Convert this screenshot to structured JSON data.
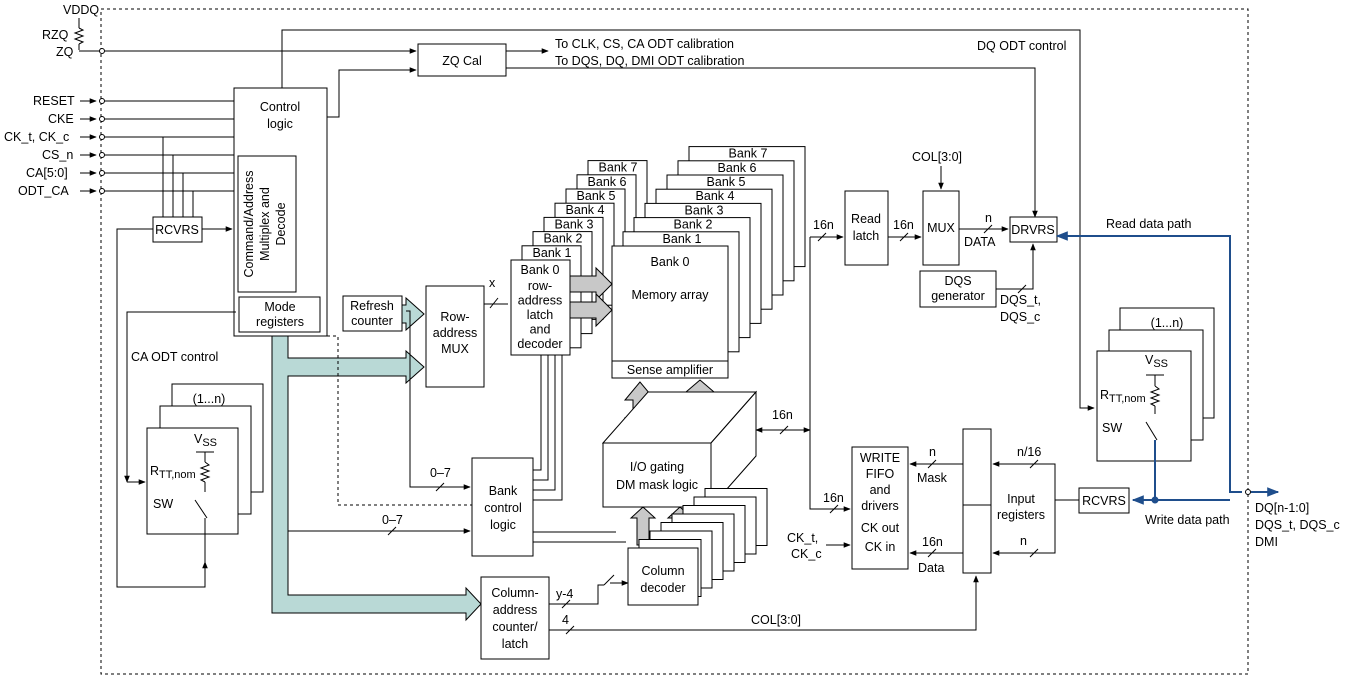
{
  "pins": {
    "vddq": "VDDQ",
    "rzq": "RZQ",
    "zq": "ZQ",
    "reset": "RESET",
    "cke": "CKE",
    "ck": "CK_t, CK_c",
    "cs": "CS_n",
    "ca": "CA[5:0]",
    "odt_ca": "ODT_CA",
    "dq_line1": "DQ[n-1:0]",
    "dq_line2": "DQS_t, DQS_c",
    "dq_line3": "DMI"
  },
  "blocks": {
    "control_logic": [
      "Control",
      "logic"
    ],
    "cmd_addr": [
      "Command/Address",
      "Multiplex and",
      "Decode"
    ],
    "mode_registers": [
      "Mode",
      "registers"
    ],
    "rcvrs": "RCVRS",
    "zq_cal": "ZQ Cal",
    "refresh_counter": [
      "Refresh",
      "counter"
    ],
    "row_mux": [
      "Row-",
      "address",
      "MUX"
    ],
    "bank_latch": [
      "row-",
      "address",
      "latch",
      "and",
      "decoder"
    ],
    "memory_array": "Memory array",
    "sense_amp": "Sense amplifier",
    "io_gating": [
      "I/O gating",
      "DM mask logic"
    ],
    "bank_control": [
      "Bank",
      "control",
      "logic"
    ],
    "column_decoder": [
      "Column",
      "decoder"
    ],
    "col_counter": [
      "Column-",
      "address",
      "counter/",
      "latch"
    ],
    "read_latch": [
      "Read",
      "latch"
    ],
    "mux": "MUX",
    "drvrs": "DRVRS",
    "dqs_gen": [
      "DQS",
      "generator"
    ],
    "write_fifo": [
      "WRITE",
      "FIFO",
      "and",
      "drivers",
      "CK out",
      "CK in"
    ],
    "input_registers": [
      "Input",
      "registers"
    ],
    "rcvrs_right": "RCVRS"
  },
  "banks": [
    "Bank 0",
    "Bank 1",
    "Bank 2",
    "Bank 3",
    "Bank 4",
    "Bank 5",
    "Bank 6",
    "Bank 7"
  ],
  "labels": {
    "odt_clk": "To CLK, CS, CA ODT calibration",
    "odt_dqs": "To DQS, DQ, DMI ODT calibration",
    "dq_odt": "DQ ODT control",
    "ca_odt": "CA ODT control",
    "one_n": "(1...n)",
    "vss": "V",
    "vss_sub": "SS",
    "rtt": "R",
    "rtt_sub": "TT,nom",
    "sw": "SW",
    "x": "x",
    "zero7_a": "0–7",
    "zero7_b": "0–7",
    "y4": "y-4",
    "four": "4",
    "col30_bottom": "COL[3:0]",
    "col30_top": "COL[3:0]",
    "n16_a": "16n",
    "n16_b": "16n",
    "n16_c": "16n",
    "n16_d": "16n",
    "n16_e": "16n",
    "n_data": "n",
    "data": "DATA",
    "dqs_out": [
      "DQS_t,",
      "DQS_c"
    ],
    "read_path": "Read data path",
    "write_path": "Write data path",
    "mask": "Mask",
    "n_mask": "n",
    "data_lower": "Data",
    "n_over16": "n/16",
    "n_lower": "n",
    "ck_in": [
      "CK_t,",
      "CK_c"
    ]
  },
  "colors": {
    "data_path": "#1f4e8c",
    "bus_fill": "#b9d9d6",
    "array_fill": "#c8c8c8"
  }
}
